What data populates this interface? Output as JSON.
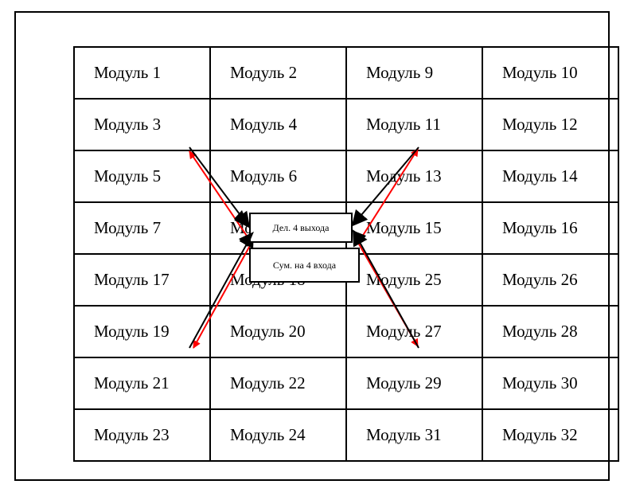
{
  "modules": [
    [
      "Модуль 1",
      "Модуль 2",
      "Модуль 9",
      "Модуль 10"
    ],
    [
      "Модуль 3",
      "Модуль 4",
      "Модуль 11",
      "Модуль 12"
    ],
    [
      "Модуль 5",
      "Модуль 6",
      "Модуль 13",
      "Модуль 14"
    ],
    [
      "Модуль 7",
      "Модуль 8",
      "Модуль 15",
      "Модуль 16"
    ],
    [
      "Модуль 17",
      "Модуль 18",
      "Модуль 25",
      "Модуль 26"
    ],
    [
      "Модуль 19",
      "Модуль 20",
      "Модуль 27",
      "Модуль 28"
    ],
    [
      "Модуль 21",
      "Модуль 22",
      "Модуль 29",
      "Модуль 30"
    ],
    [
      "Модуль 23",
      "Модуль 24",
      "Модуль 31",
      "Модуль 32"
    ]
  ],
  "divider_label": "Дел. 4 выхода",
  "summer_label": "Сум. на 4 входа",
  "colors": {
    "line": "#000000",
    "arrow_red": "#ff0000",
    "arrow_black": "#000000"
  }
}
